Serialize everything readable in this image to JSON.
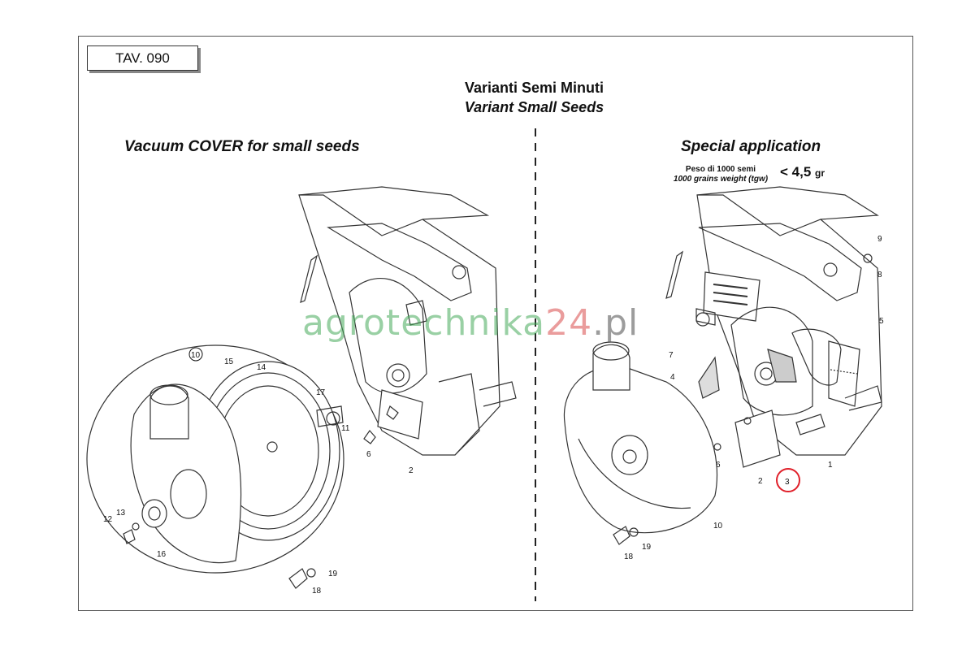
{
  "tav_label": "TAV. 090",
  "title": {
    "it": "Varianti Semi Minuti",
    "en": "Variant Small Seeds"
  },
  "left_section": {
    "title": "Vacuum COVER for small seeds",
    "callouts": [
      "10",
      "15",
      "14",
      "17",
      "11",
      "6",
      "2",
      "12",
      "13",
      "16",
      "19",
      "18"
    ]
  },
  "right_section": {
    "title": "Special application",
    "weight_label_it": "Peso di 1000 semi",
    "weight_label_en": "1000 grains weight (tgw)",
    "weight_value": "< 4,5",
    "weight_unit": "gr",
    "callouts": [
      "9",
      "8",
      "5",
      "7",
      "4",
      "6",
      "2",
      "3",
      "1",
      "10",
      "19",
      "18"
    ],
    "highlighted_callout": "3",
    "highlight_color": "#e0202a"
  },
  "watermark": {
    "part1": "agrotechnika",
    "part2": "24",
    "part3": ".pl"
  }
}
